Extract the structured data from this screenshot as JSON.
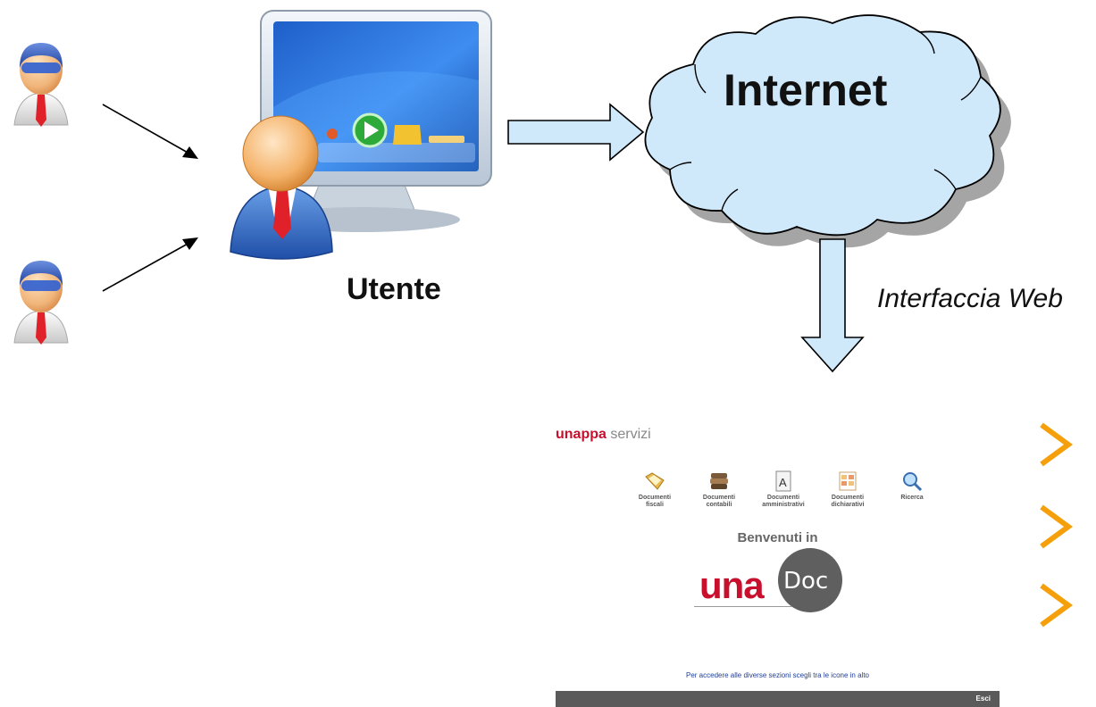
{
  "labels": {
    "user": "Utente",
    "cloud": "Internet",
    "web_interface": "Interfaccia Web"
  },
  "web_app": {
    "logo_part1": "unappa",
    "logo_part2": " servizi",
    "icons": [
      {
        "line1": "Documenti",
        "line2": "fiscali",
        "icon": "folder-doc-icon"
      },
      {
        "line1": "Documenti",
        "line2": "contabili",
        "icon": "books-icon"
      },
      {
        "line1": "Documenti",
        "line2": "amministrativi",
        "icon": "letter-a-doc-icon"
      },
      {
        "line1": "Documenti",
        "line2": "dichiarativi",
        "icon": "table-doc-icon"
      },
      {
        "line1": "Ricerca",
        "line2": "",
        "icon": "search-icon"
      }
    ],
    "welcome": "Benvenuti in",
    "brand_una": "una",
    "brand_doc": "Doc",
    "hint": "Per accedere alle diverse sezioni scegli tra le icone in alto",
    "exit": "Esci"
  },
  "colors": {
    "arrow_fill": "#cfe9fb",
    "cloud_fill": "#cfe9fb",
    "accent_orange": "#f5a00b",
    "brand_red": "#c8102e"
  }
}
